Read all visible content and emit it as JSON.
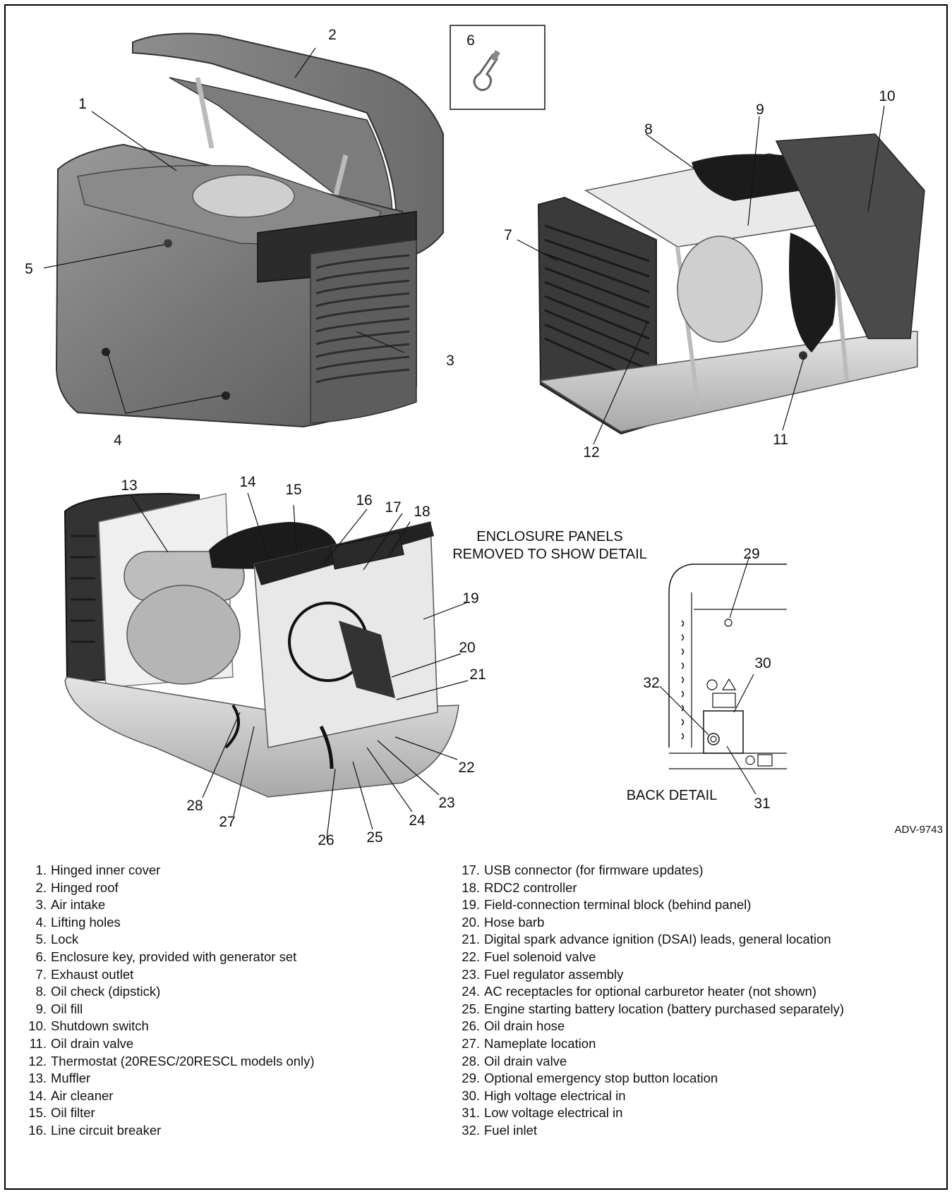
{
  "diagram": {
    "callouts": [
      "1",
      "2",
      "3",
      "4",
      "5",
      "6",
      "7",
      "8",
      "9",
      "10",
      "11",
      "12",
      "13",
      "14",
      "15",
      "16",
      "17",
      "18",
      "19",
      "20",
      "21",
      "22",
      "23",
      "24",
      "25",
      "26",
      "27",
      "28",
      "29",
      "30",
      "31",
      "32"
    ],
    "panels_note_line1": "ENCLOSURE PANELS",
    "panels_note_line2": "REMOVED TO SHOW DETAIL",
    "back_detail_label": "BACK DETAIL",
    "drawing_code": "ADV-9743"
  },
  "legend": {
    "left": [
      {
        "num": "1.",
        "text": "Hinged inner cover"
      },
      {
        "num": "2.",
        "text": "Hinged roof"
      },
      {
        "num": "3.",
        "text": "Air intake"
      },
      {
        "num": "4.",
        "text": "Lifting holes"
      },
      {
        "num": "5.",
        "text": "Lock"
      },
      {
        "num": "6.",
        "text": "Enclosure key, provided with generator set"
      },
      {
        "num": "7.",
        "text": "Exhaust outlet"
      },
      {
        "num": "8.",
        "text": "Oil check (dipstick)"
      },
      {
        "num": "9.",
        "text": "Oil fill"
      },
      {
        "num": "10.",
        "text": "Shutdown switch"
      },
      {
        "num": "11.",
        "text": "Oil drain valve"
      },
      {
        "num": "12.",
        "text": "Thermostat (20RESC/20RESCL models only)"
      },
      {
        "num": "13.",
        "text": "Muffler"
      },
      {
        "num": "14.",
        "text": "Air cleaner"
      },
      {
        "num": "15.",
        "text": "Oil filter"
      },
      {
        "num": "16.",
        "text": "Line circuit breaker"
      }
    ],
    "right": [
      {
        "num": "17.",
        "text": "USB connector (for firmware updates)"
      },
      {
        "num": "18.",
        "text": "RDC2 controller"
      },
      {
        "num": "19.",
        "text": "Field-connection terminal block (behind panel)"
      },
      {
        "num": "20.",
        "text": "Hose barb"
      },
      {
        "num": "21.",
        "text": "Digital spark advance ignition (DSAI) leads, general location"
      },
      {
        "num": "22.",
        "text": "Fuel solenoid valve"
      },
      {
        "num": "23.",
        "text": "Fuel regulator assembly"
      },
      {
        "num": "24.",
        "text": "AC receptacles for optional carburetor heater (not shown)"
      },
      {
        "num": "25.",
        "text": "Engine starting battery location (battery purchased separately)"
      },
      {
        "num": "26.",
        "text": "Oil drain hose"
      },
      {
        "num": "27.",
        "text": "Nameplate location"
      },
      {
        "num": "28.",
        "text": "Oil drain valve"
      },
      {
        "num": "29.",
        "text": "Optional emergency stop button location"
      },
      {
        "num": "30.",
        "text": "High voltage electrical in"
      },
      {
        "num": "31.",
        "text": "Low voltage electrical in"
      },
      {
        "num": "32.",
        "text": "Fuel inlet"
      }
    ]
  }
}
